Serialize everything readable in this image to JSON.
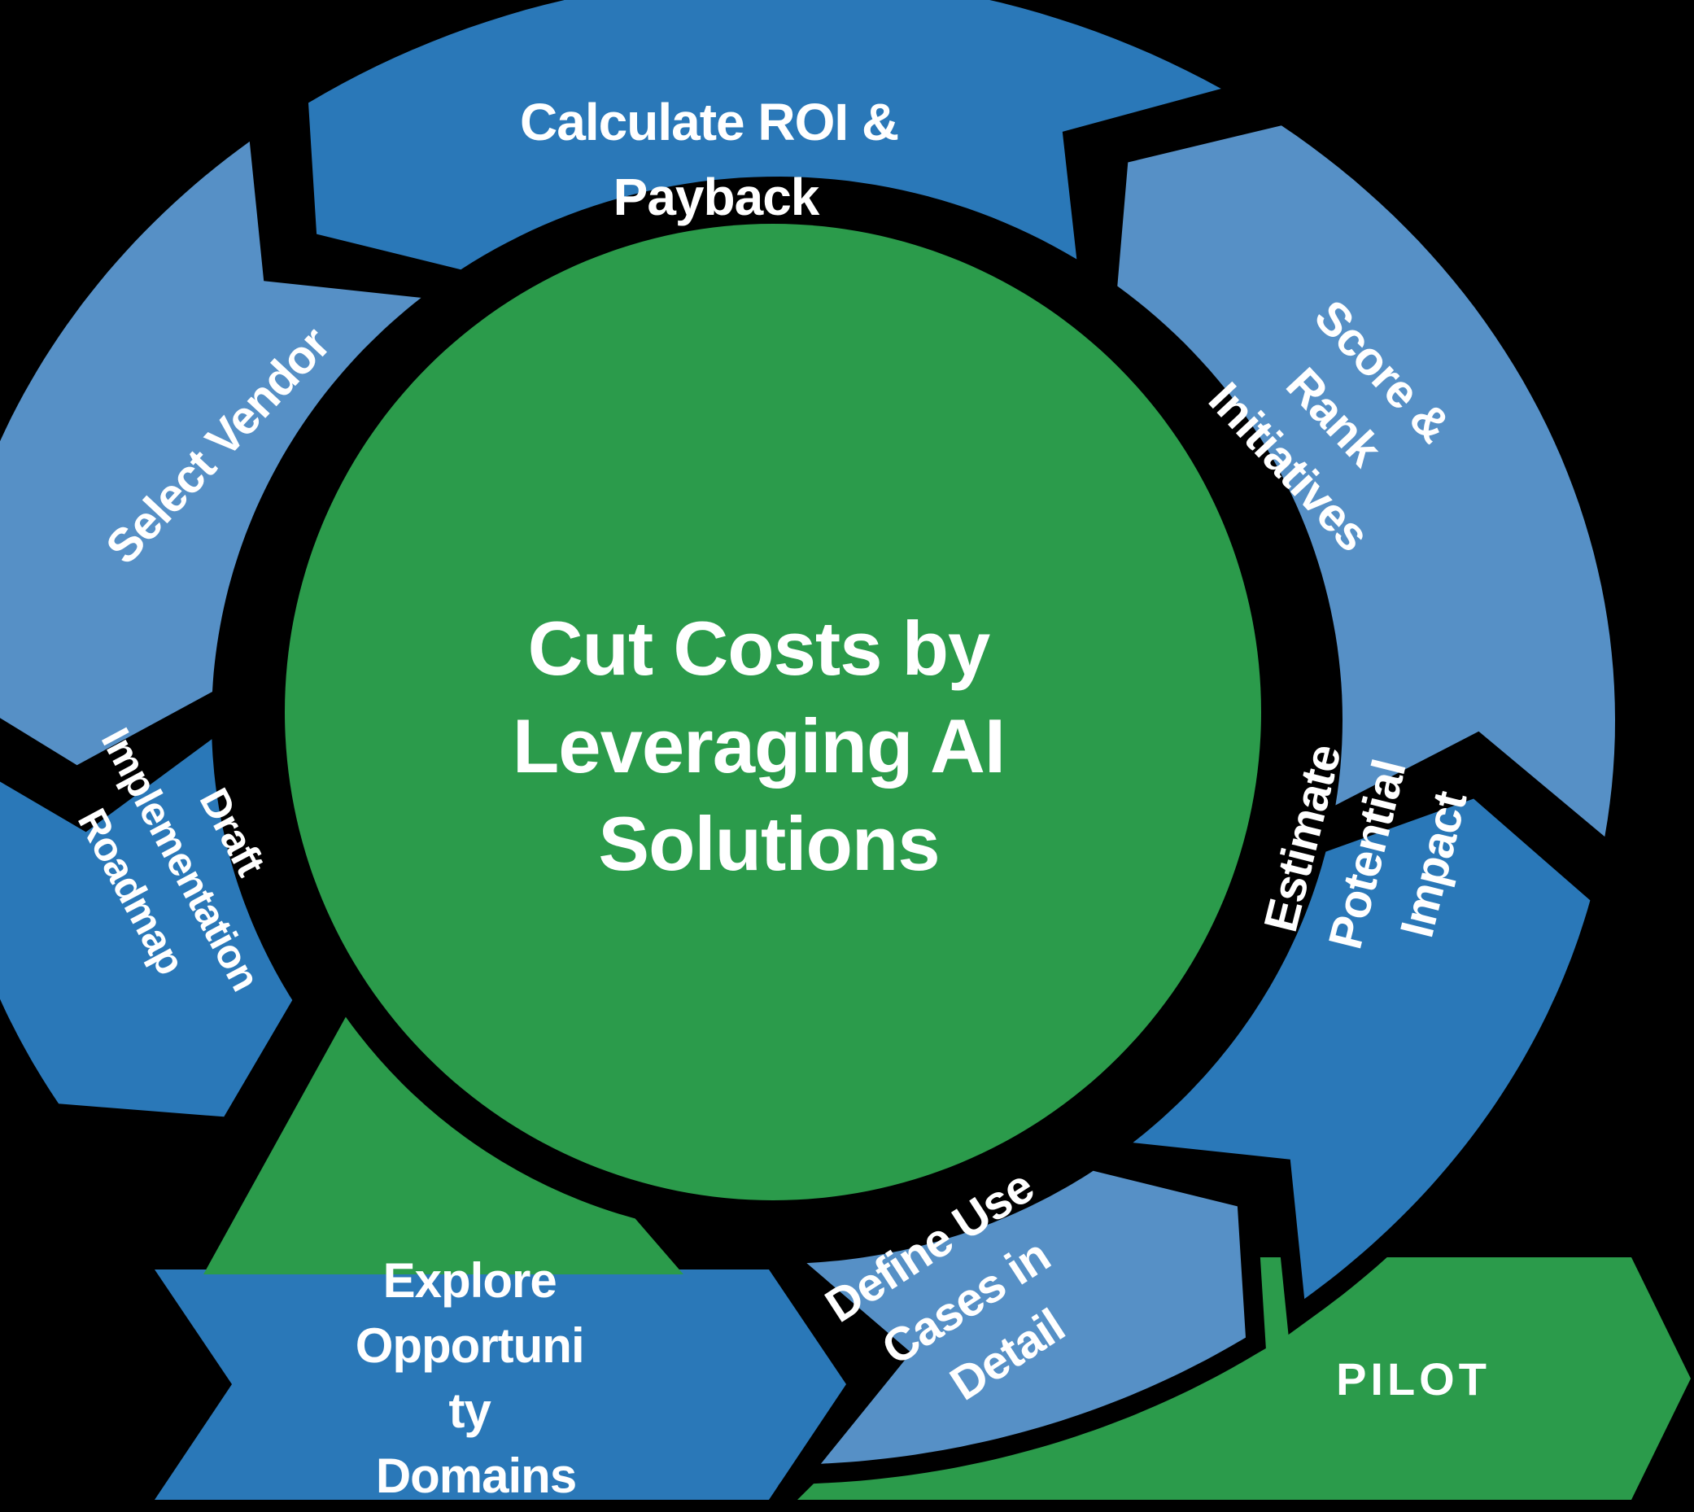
{
  "diagram": {
    "center_title": {
      "lines": [
        "Cut Costs by",
        "Leveraging AI",
        "Solutions"
      ]
    },
    "segments": {
      "calculate_roi": {
        "lines": [
          "Calculate ROI &",
          "Payback"
        ]
      },
      "score_rank": {
        "lines": [
          "Score &",
          "Rank",
          "Initiatives"
        ]
      },
      "estimate_impact much": {
        "note": "unused"
      },
      "estimate_impact": {
        "lines": [
          "Estimate",
          "Potential",
          "Impact"
        ]
      },
      "define_use_cases": {
        "lines": [
          "Define Use",
          "Cases in",
          "Detail"
        ]
      },
      "draft_roadmap": {
        "lines": [
          "Draft",
          "Implementation",
          "Roadmap"
        ]
      },
      "select_vendor": {
        "lines": [
          "Select Vendor"
        ]
      }
    },
    "banners": {
      "explore": {
        "lines": [
          "Explore",
          "Opportuni",
          "ty",
          "Domains"
        ]
      },
      "pilot": {
        "label": "PILOT"
      }
    }
  },
  "colors": {
    "dark_blue": "#2A78B8",
    "light_blue": "#5690C6",
    "green": "#2B9B4B",
    "text": "#FFFFFF",
    "background": "#000000"
  }
}
